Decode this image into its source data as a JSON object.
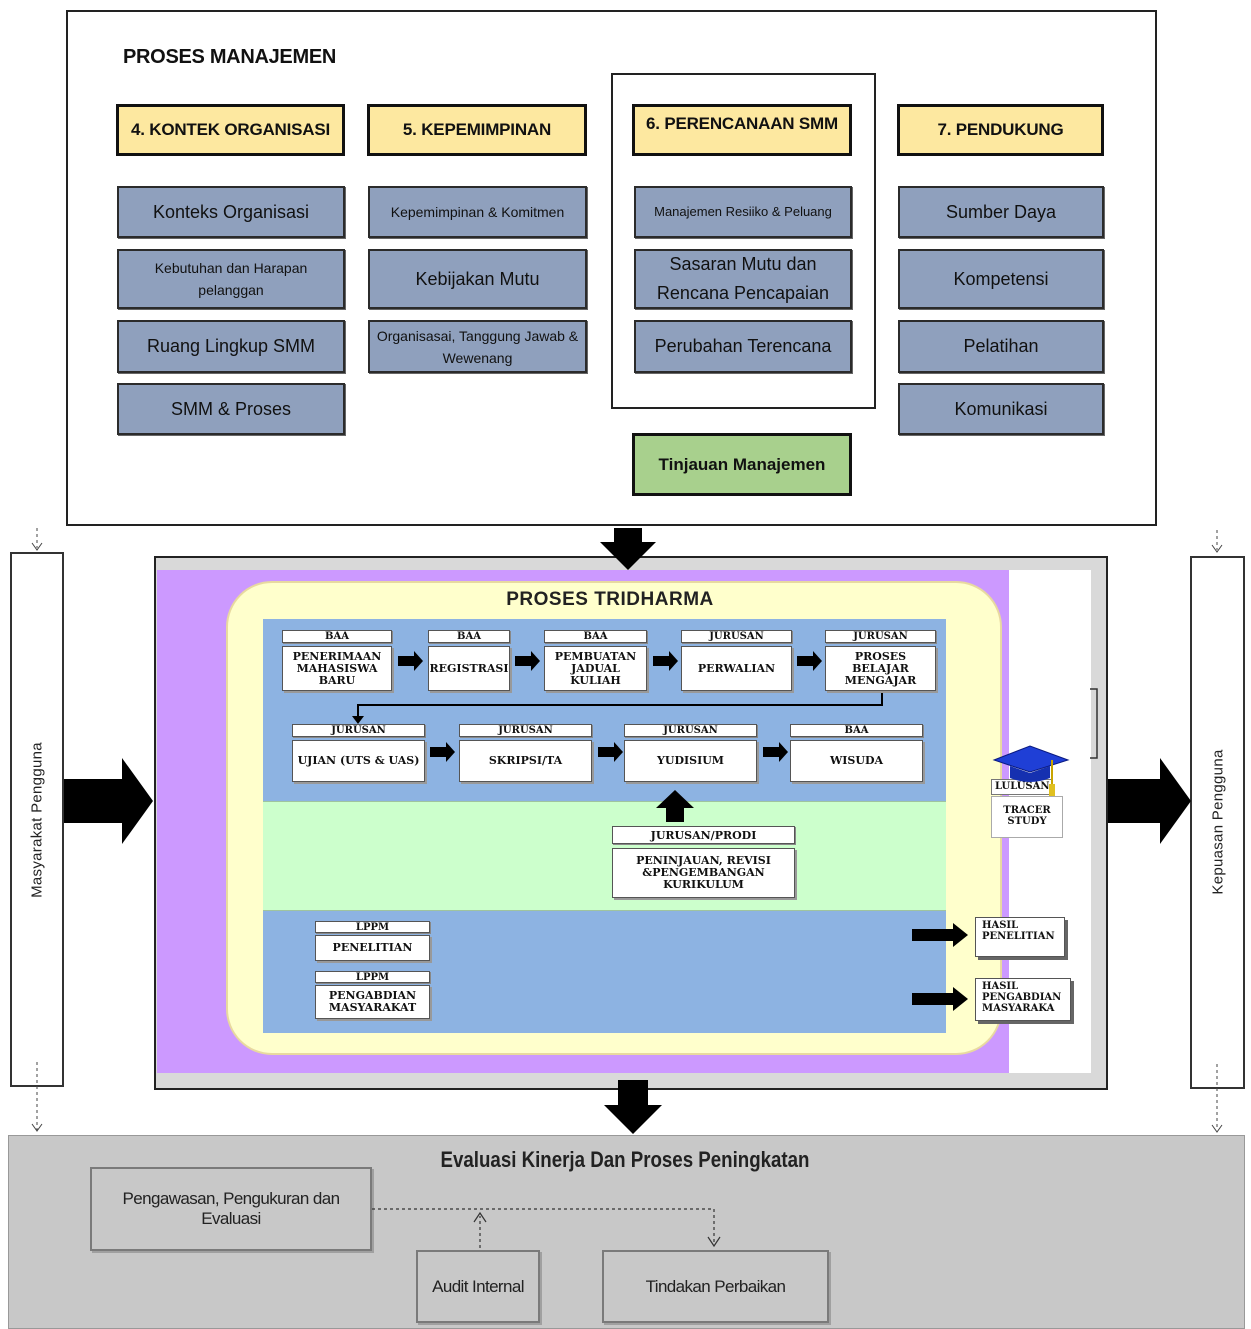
{
  "management": {
    "title": "PROSES MANAJEMEN",
    "headers": [
      "4. KONTEK ORGANISASI",
      "5. KEPEMIMPINAN",
      "6. PERENCANAAN SMM",
      "7. PENDUKUNG"
    ],
    "col4": [
      "Konteks Organisasi",
      "Kebutuhan dan Harapan pelanggan",
      "Ruang Lingkup SMM",
      "SMM & Proses"
    ],
    "col5": [
      "Kepemimpinan & Komitmen",
      "Kebijakan Mutu",
      "Organisasai, Tanggung Jawab & Wewenang"
    ],
    "col6": [
      "Manajemen Resiiko & Peluang",
      "Sasaran Mutu dan Rencana Pencapaian",
      "Perubahan Terencana"
    ],
    "col7": [
      "Sumber Daya",
      "Kompetensi",
      "Pelatihan",
      "Komunikasi"
    ],
    "review": "Tinjauan Manajemen"
  },
  "tridharma": {
    "title": "PROSES TRIDHARMA",
    "row1": [
      {
        "unit": "BAA",
        "step": "PENERIMAAN MAHASISWA BARU"
      },
      {
        "unit": "BAA",
        "step": "REGISTRASI"
      },
      {
        "unit": "BAA",
        "step": "PEMBUATAN JADUAL KULIAH"
      },
      {
        "unit": "JURUSAN",
        "step": "PERWALIAN"
      },
      {
        "unit": "JURUSAN",
        "step": "PROSES BELAJAR MENGAJAR"
      }
    ],
    "row2": [
      {
        "unit": "JURUSAN",
        "step": "UJIAN (UTS & UAS)"
      },
      {
        "unit": "JURUSAN",
        "step": "SKRIPSI/TA"
      },
      {
        "unit": "JURUSAN",
        "step": "YUDISIUM"
      },
      {
        "unit": "BAA",
        "step": "WISUDA"
      }
    ],
    "curriculum": {
      "unit": "JURUSAN/PRODI",
      "step": "PENINJAUAN, REVISI &PENGEMBANGAN KURIKULUM"
    },
    "research": [
      {
        "unit": "LPPM",
        "step": "PENELITIAN"
      },
      {
        "unit": "LPPM",
        "step": "PENGABDIAN MASYARAKAT"
      }
    ],
    "graduates": "LULUSAN",
    "tracer": "TRACER STUDY",
    "outputs": [
      "HASIL PENELITIAN",
      "HASIL PENGABDIAN MASYARAKA"
    ]
  },
  "left_label": "Masyarakat Pengguna",
  "right_label": "Kepuasan Pengguna",
  "evaluation": {
    "title": "Evaluasi Kinerja Dan Proses Peningkatan",
    "monitor": "Pengawasan, Pengukuran dan Evaluasi",
    "audit": "Audit Internal",
    "corrective": "Tindakan Perbaikan"
  },
  "colors": {
    "header_fill": "#fde8a0",
    "item_fill": "#8fa0bd",
    "review_fill": "#a8d08d",
    "purple": "#cc99ff",
    "cream": "#ffffcc",
    "blue_band": "#8db3e2",
    "green_band": "#ccffcc",
    "eval_gray": "#c8c8c8"
  }
}
